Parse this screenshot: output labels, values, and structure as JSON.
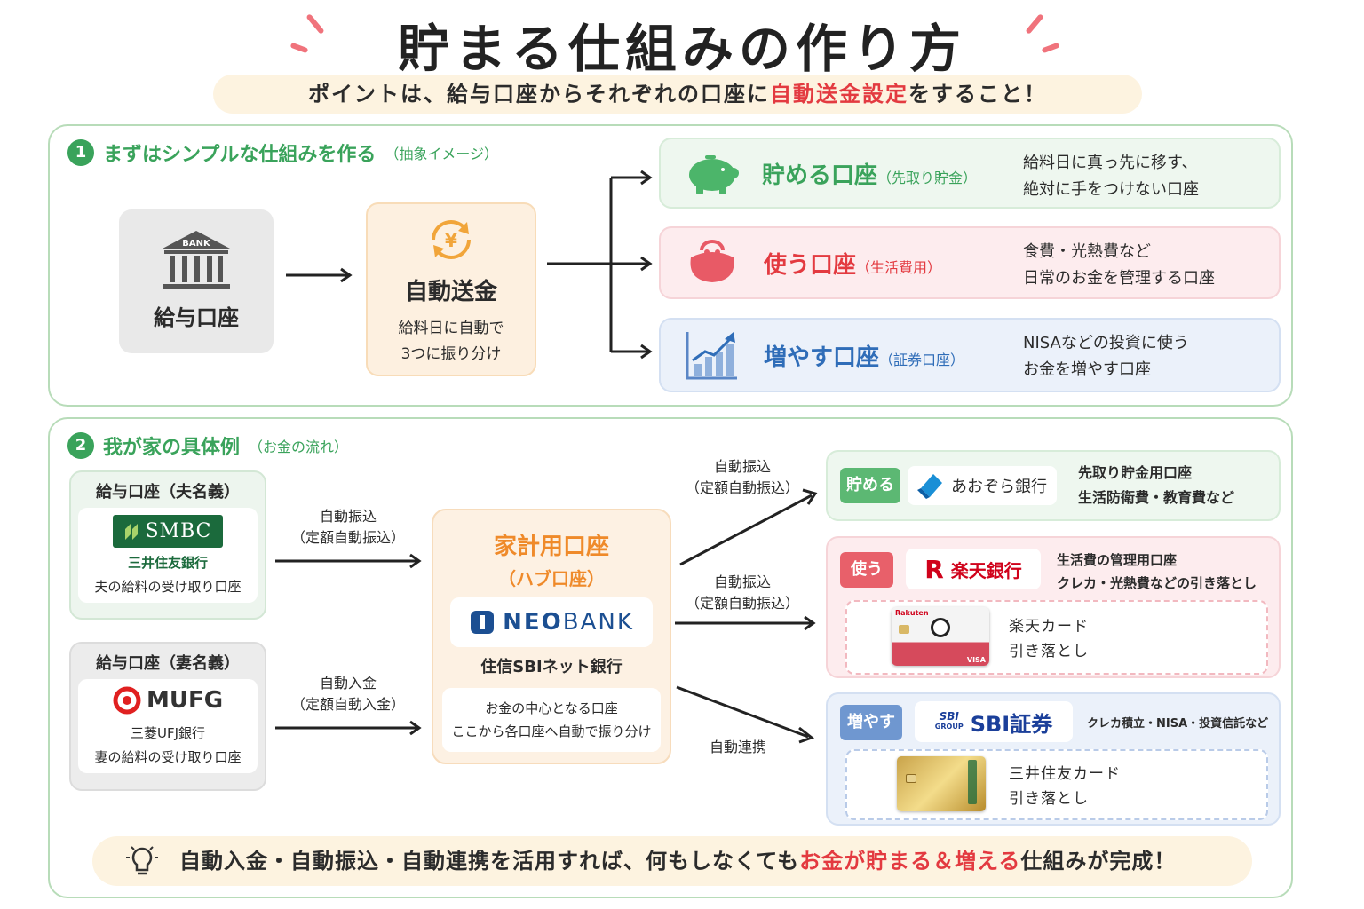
{
  "title": "貯まる仕組みの作り方",
  "subtitle": {
    "pre": "ポイントは、給与口座からそれぞれの口座に",
    "highlight": "自動送金設定",
    "post": "をすること！"
  },
  "section1": {
    "number": "1",
    "title": "まずはシンプルな仕組みを作る",
    "note": "（抽象イメージ）",
    "source": {
      "icon_text": "BANK",
      "label": "給与口座"
    },
    "auto": {
      "symbol": "¥",
      "title": "自動送金",
      "line1": "給料日に自動で",
      "line2": "3つに振り分け"
    },
    "accounts": [
      {
        "name": "貯める口座",
        "sub": "（先取り貯金）",
        "desc1": "給料日に真っ先に移す、",
        "desc2": "絶対に手をつけない口座",
        "icon": "piggy-bank-icon",
        "color": "#3aa35b"
      },
      {
        "name": "使う口座",
        "sub": "（生活費用）",
        "desc1": "食費・光熱費など",
        "desc2": "日常のお金を管理する口座",
        "icon": "purse-icon",
        "color": "#e33a40"
      },
      {
        "name": "増やす口座",
        "sub": "（証券口座）",
        "desc1": "NISAなどの投資に使う",
        "desc2": "お金を増やす口座",
        "icon": "growth-chart-icon",
        "color": "#2f6db8"
      }
    ]
  },
  "section2": {
    "number": "2",
    "title": "我が家の具体例",
    "note": "（お金の流れ）",
    "husband": {
      "header": "給与口座（夫名義）",
      "logo": "SMBC",
      "bank": "三井住友銀行",
      "desc": "夫の給料の受け取り口座"
    },
    "wife": {
      "header": "給与口座（妻名義）",
      "logo": "MUFG",
      "bank": "三菱UFJ銀行",
      "desc": "妻の給料の受け取り口座"
    },
    "arrow_husband": {
      "l1": "自動振込",
      "l2": "（定額自動振込）"
    },
    "arrow_wife": {
      "l1": "自動入金",
      "l2": "（定額自動入金）"
    },
    "hub": {
      "title": "家計用口座",
      "sub": "（ハブ口座）",
      "logo_neo": "NEO",
      "logo_bank": "BANK",
      "bank": "住信SBIネット銀行",
      "desc1": "お金の中心となる口座",
      "desc2": "ここから各口座へ自動で振り分け"
    },
    "arrow_save": {
      "l1": "自動振込",
      "l2": "（定額自動振込）"
    },
    "arrow_spend": {
      "l1": "自動振込",
      "l2": "（定額自動振込）"
    },
    "arrow_grow": {
      "l1": "自動連携"
    },
    "save": {
      "tag": "貯める",
      "bank": "あおぞら銀行",
      "desc1": "先取り貯金用口座",
      "desc2": "生活防衛費・教育費など"
    },
    "spend": {
      "tag": "使う",
      "logo_r": "R",
      "bank": "楽天銀行",
      "desc1": "生活費の管理用口座",
      "desc2": "クレカ・光熱費などの引き落とし",
      "card_brand": "Rakuten",
      "card_net": "VISA",
      "card1": "楽天カード",
      "card2": "引き落とし"
    },
    "grow": {
      "tag": "増やす",
      "logo_small": "SBI",
      "logo_group": "GROUP",
      "bank": "SBI証券",
      "desc": "クレカ積立・NISA・投資信託など",
      "card1": "三井住友カード",
      "card2": "引き落とし"
    }
  },
  "footer": {
    "pre": "自動入金・自動振込・自動連携を活用すれば、何もしなくても",
    "highlight": "お金が貯まる＆増える",
    "post": "仕組みが完成！"
  }
}
